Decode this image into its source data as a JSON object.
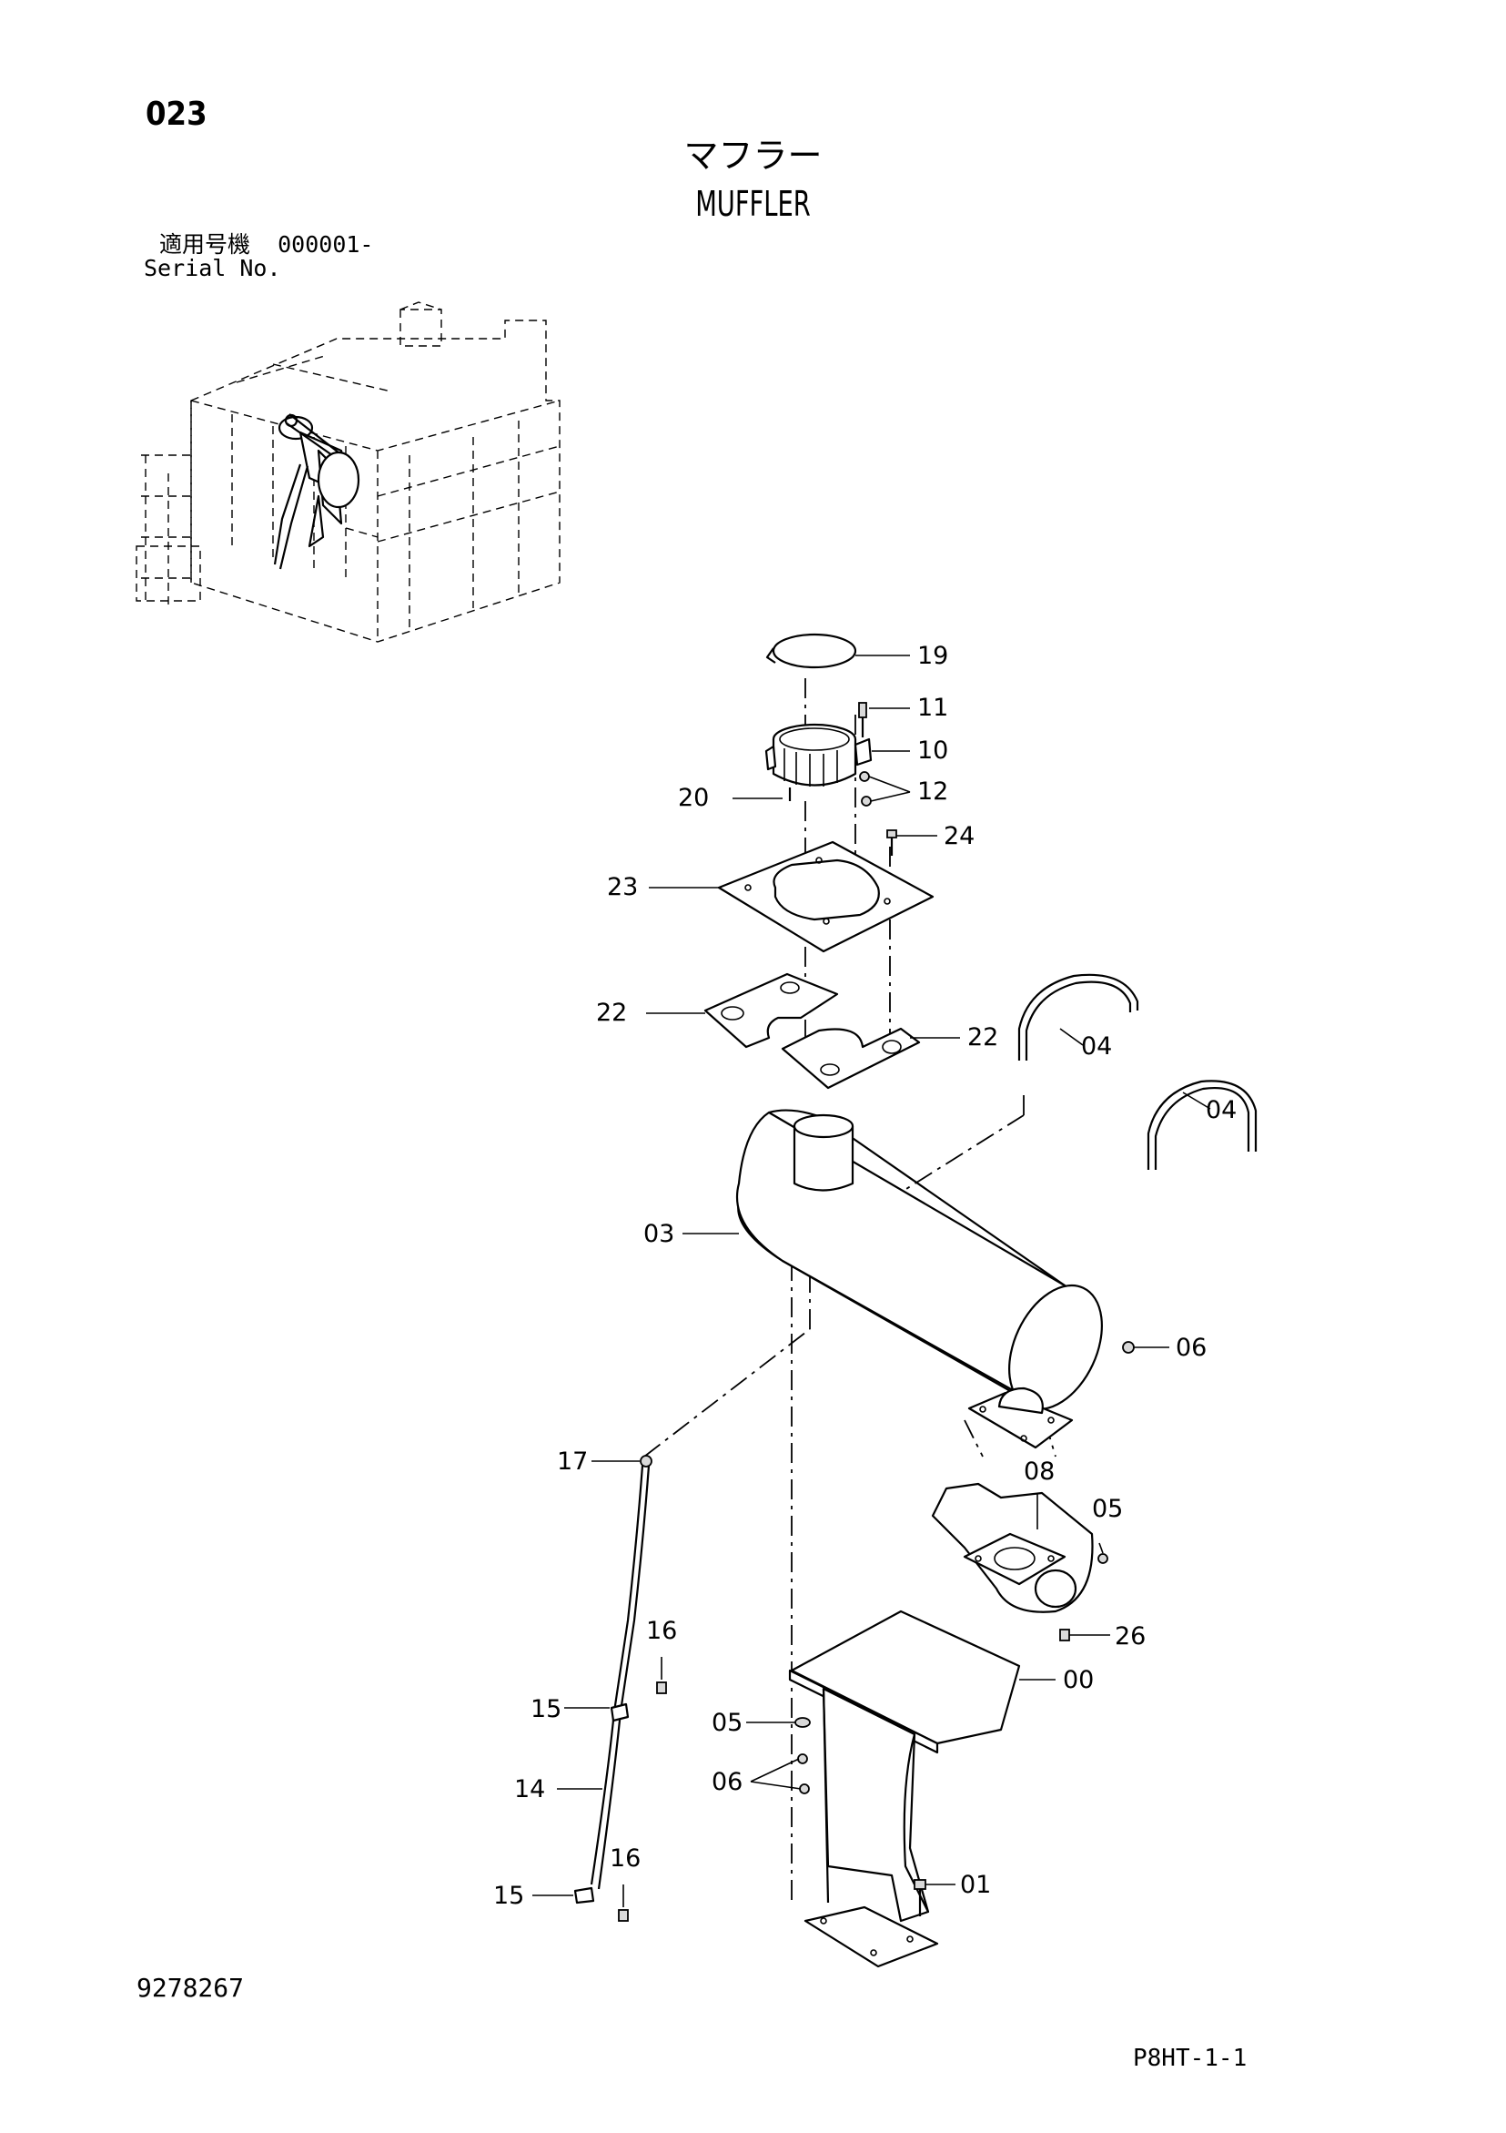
{
  "header": {
    "page_code": "023",
    "title_jp": "マフラー",
    "title_en": "MUFFLER",
    "serial_label_jp": "適用号機",
    "serial_range": "000001-",
    "serial_label_en": "Serial No."
  },
  "footer": {
    "document_number": "9278267",
    "sheet_code": "P8HT-1-1"
  },
  "part_labels": {
    "p19": "19",
    "p11": "11",
    "p10": "10",
    "p12": "12",
    "p20": "20",
    "p24": "24",
    "p23": "23",
    "p22a": "22",
    "p22b": "22",
    "p04a": "04",
    "p04b": "04",
    "p03": "03",
    "p06a": "06",
    "p08": "08",
    "p05a": "05",
    "p26": "26",
    "p17": "17",
    "p16a": "16",
    "p15a": "15",
    "p00": "00",
    "p05b": "05",
    "p14": "14",
    "p06b": "06",
    "p16b": "16",
    "p15b": "15",
    "p01": "01"
  }
}
